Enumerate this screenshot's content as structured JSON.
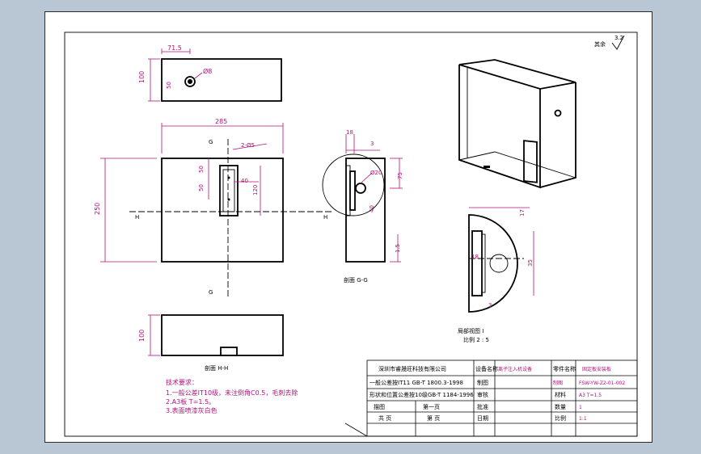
{
  "roughness": {
    "label": "其余",
    "value": "3.2"
  },
  "views": {
    "top": {
      "dim_width": "71.5",
      "dim_height": "100",
      "dim_offset": "50",
      "dim_hole": "Ø8"
    },
    "front": {
      "dim_width": "285",
      "dim_height": "250",
      "dim_slot": "2-Ø5",
      "dim_50a": "50",
      "dim_50b": "50",
      "dim_40": "40",
      "dim_120": "120",
      "cut_g": "G",
      "cut_h": "H"
    },
    "section_gg": {
      "dim_18": "18",
      "dim_3": "3",
      "dim_d20": "Ø20",
      "dim_75": "75",
      "dim_40": "40",
      "dim_15": "1.5",
      "caption": "剖面 G-G"
    },
    "section_hh": {
      "dim_100": "100",
      "caption": "剖面 H-H"
    },
    "detail": {
      "dim_17": "17",
      "dim_18": "18",
      "dim_35": "35",
      "dim_3": "3",
      "caption": "局部视图 I",
      "scale": "比例 2 : 5"
    }
  },
  "notes": {
    "title": "技术要求：",
    "lines": [
      "1.一般公差IT10级，未注倒角C0.5，毛刺去除",
      "2.A3板 T=1.5。",
      "3.表面喷漆灰白色"
    ]
  },
  "title_block": {
    "company": "深圳市睿晟旺科技有限公司",
    "std1": "一般公差按IT11 GB-T 1800.3-1998",
    "std2": "形状和位置公差按10级GB-T 1184-1996",
    "std3_a": "描图",
    "std3_b": "第一页",
    "total": "共  页",
    "page": "第  页",
    "design_label": "设备名称",
    "design_value": "离子注入机设备",
    "part_label": "零件名称",
    "part_value": "固定板安装板",
    "draw_label": "制图",
    "drawing_no": "FSW-YW-Z2-01-002",
    "check_label": "审核",
    "material_label": "材料",
    "material_value": "A3  T=1.5",
    "approve_label": "批准",
    "qty_label": "数量",
    "qty_value": "1",
    "date_label": "日期",
    "scale_label": "比例",
    "scale_value": "1:1"
  }
}
